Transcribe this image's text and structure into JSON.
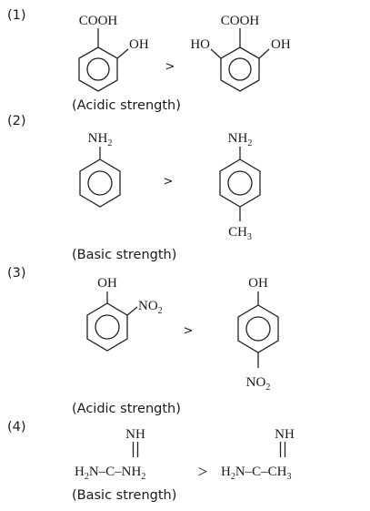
{
  "items": [
    {
      "number": "(1)",
      "caption": "(Acidic strength)",
      "left": {
        "top_group": "COOH",
        "ortho_right": "OH"
      },
      "right": {
        "top_group": "COOH",
        "ortho_left": "HO",
        "ortho_right": "OH"
      },
      "comparator": ">"
    },
    {
      "number": "(2)",
      "caption": "(Basic strength)",
      "left": {
        "top_group": "NH",
        "top_group_sub": "2"
      },
      "right": {
        "top_group": "NH",
        "top_group_sub": "2",
        "bottom_group": "CH",
        "bottom_group_sub": "3"
      },
      "comparator": ">"
    },
    {
      "number": "(3)",
      "caption": "(Acidic strength)",
      "left": {
        "top_group": "OH",
        "ortho_right": "NO",
        "ortho_right_sub": "2"
      },
      "right": {
        "top_group": "OH",
        "bottom_group": "NO",
        "bottom_group_sub": "2"
      },
      "comparator": ">"
    },
    {
      "number": "(4)",
      "caption": "(Basic strength)",
      "left": {
        "imine": "NH",
        "formula_a": "H",
        "formula_a_sub": "2",
        "formula_b": "N–C–NH",
        "formula_b_sub": "2"
      },
      "right": {
        "imine": "NH",
        "formula_a": "H",
        "formula_a_sub": "2",
        "formula_b": "N–C–CH",
        "formula_b_sub": "3"
      },
      "comparator": ">"
    }
  ]
}
